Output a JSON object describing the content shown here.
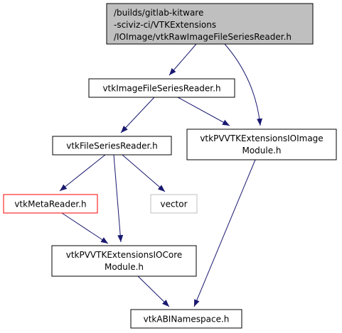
{
  "colors": {
    "root_fill": "#bfbfbf",
    "node_fill": "#ffffff",
    "node_border": "#000000",
    "highlight_border": "#ff0000",
    "missing_border": "#bfbfbf",
    "edge": "#191970",
    "text": "#000000"
  },
  "nodes": {
    "root": {
      "lines": [
        "/builds/gitlab-kitware",
        "-sciviz-ci/VTKExtensions",
        "/IOImage/vtkRawImageFileSeriesReader.h"
      ]
    },
    "image_file_series_reader": {
      "lines": [
        "vtkImageFileSeriesReader.h"
      ]
    },
    "io_image_module": {
      "lines": [
        "vtkPVVTKExtensionsIOImage",
        "Module.h"
      ]
    },
    "file_series_reader": {
      "lines": [
        "vtkFileSeriesReader.h"
      ]
    },
    "meta_reader": {
      "lines": [
        "vtkMetaReader.h"
      ]
    },
    "vector": {
      "lines": [
        "vector"
      ]
    },
    "io_core_module": {
      "lines": [
        "vtkPVVTKExtensionsIOCore",
        "Module.h"
      ]
    },
    "abi_namespace": {
      "lines": [
        "vtkABINamespace.h"
      ]
    }
  },
  "edges": [
    {
      "from": "root",
      "to": "image_file_series_reader"
    },
    {
      "from": "root",
      "to": "io_image_module"
    },
    {
      "from": "image_file_series_reader",
      "to": "file_series_reader"
    },
    {
      "from": "image_file_series_reader",
      "to": "io_image_module"
    },
    {
      "from": "file_series_reader",
      "to": "meta_reader"
    },
    {
      "from": "file_series_reader",
      "to": "vector"
    },
    {
      "from": "file_series_reader",
      "to": "io_core_module"
    },
    {
      "from": "meta_reader",
      "to": "io_core_module"
    },
    {
      "from": "io_image_module",
      "to": "abi_namespace"
    },
    {
      "from": "io_core_module",
      "to": "abi_namespace"
    }
  ]
}
